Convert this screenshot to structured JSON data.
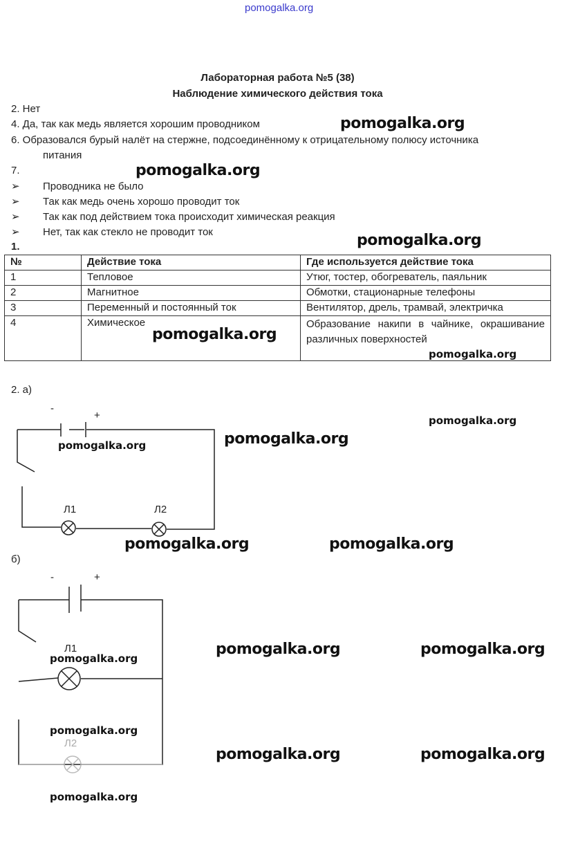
{
  "site_header": "pomogalka.org",
  "title": "Лабораторная работа №5 (38)",
  "subtitle": "Наблюдение химического действия тока",
  "answers": {
    "a2": "2. Нет",
    "a4": "4. Да, так как медь является хорошим проводником",
    "a6_line1": "6. Образовался бурый налёт на стержне, подсоединённому к отрицательному полюсу источника",
    "a6_line2": "питания",
    "a7": "7.",
    "bullet_icon": "arrow-bullet-icon",
    "bullets": [
      "Проводника не было",
      "Так как медь очень хорошо проводит ток",
      "Так как под действием тока происходит химическая реакция",
      "Нет, так как стекло не проводит ток"
    ]
  },
  "section1": "1.",
  "table": {
    "headers": [
      "№",
      "Действие тока",
      "Где используется действие тока"
    ],
    "rows": [
      [
        "1",
        "Тепловое",
        "Утюг, тостер, обогреватель, паяльник"
      ],
      [
        "2",
        "Магнитное",
        "Обмотки, стационарные телефоны"
      ],
      [
        "3",
        "Переменный и постоянный ток",
        "Вентилятор, дрель, трамвай, электричка"
      ],
      [
        "4",
        "Химическое",
        "Образование накипи в чайнике, окрашивание различных поверхностей"
      ]
    ]
  },
  "section2a": "2. а)",
  "section2b": "б)",
  "circuit": {
    "minus": "-",
    "plus": "+",
    "lamp1": "Л1",
    "lamp2": "Л2"
  },
  "watermark": "pomogalka.org"
}
